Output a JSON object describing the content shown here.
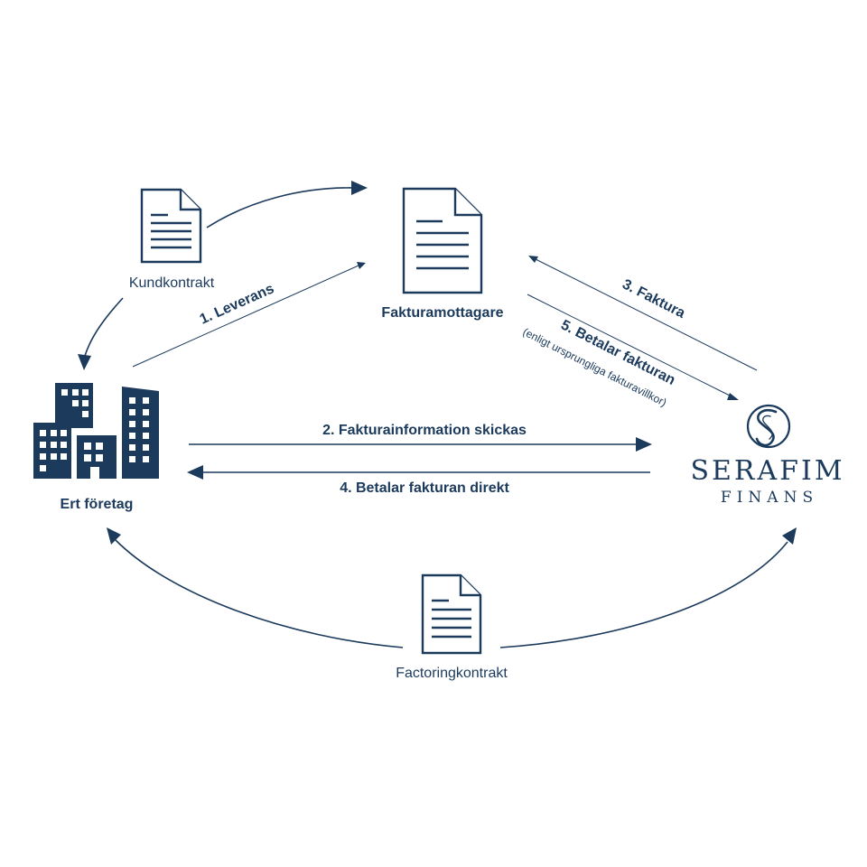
{
  "nodes": {
    "kundkontrakt": "Kundkontrakt",
    "fakturamottagare": "Fakturamottagare",
    "ert_foretag": "Ert företag",
    "factoringkontrakt": "Factoringkontrakt"
  },
  "flows": {
    "leverans": "1. Leverans",
    "fakturainformation": "2. Fakturainformation skickas",
    "faktura": "3. Faktura",
    "betalar_direkt": "4. Betalar fakturan direkt",
    "betalar_fakturan": "5. Betalar fakturan",
    "betalar_fakturan_note": "(enligt ursprungliga fakturavillkor)"
  },
  "logo": {
    "main": "SERAFIM",
    "sub": "FINANS"
  },
  "icons": {
    "document": "document-icon",
    "buildings": "buildings-icon",
    "logo_mark": "serafim-logo-mark"
  },
  "colors": {
    "primary": "#1b3a5c",
    "background": "#ffffff"
  }
}
